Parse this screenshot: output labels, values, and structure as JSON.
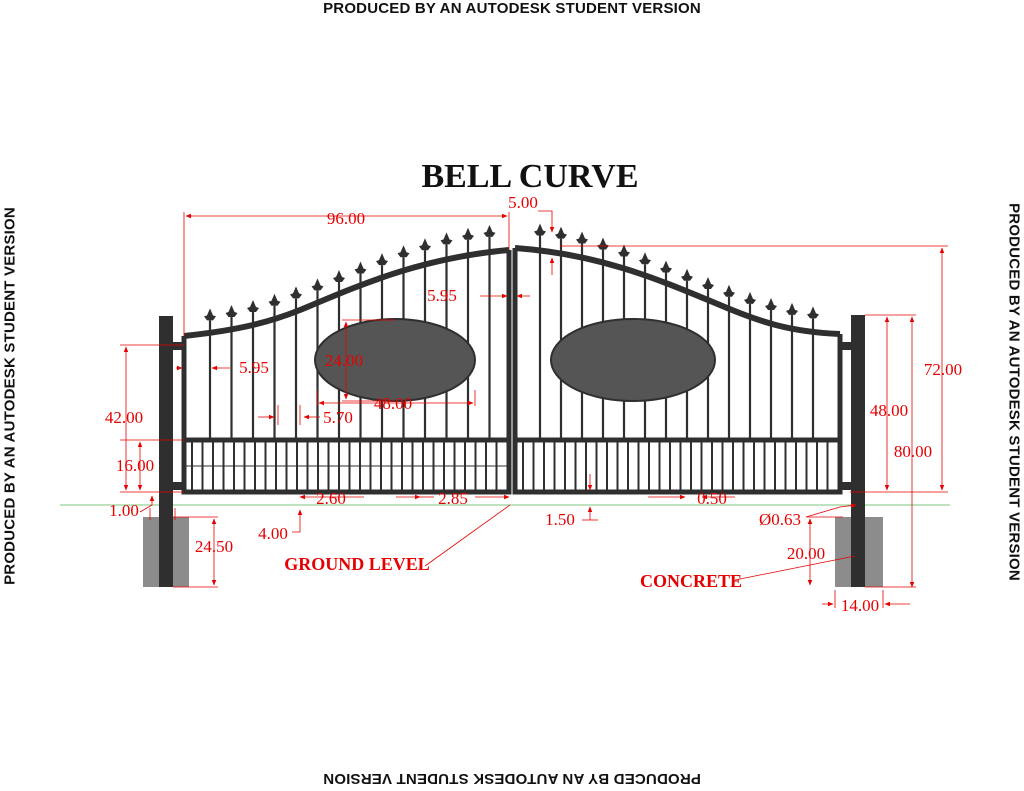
{
  "watermark": {
    "top": "PRODUCED BY AN AUTODESK STUDENT VERSION",
    "bottom": "PRODUCED BY AN AUTODESK STUDENT VERSION",
    "left": "PRODUCED BY AN AUTODESK STUDENT VERSION",
    "right": "PRODUCED BY AN AUTODESK STUDENT VERSION"
  },
  "title": "BELL CURVE",
  "labels": {
    "ground_level": "GROUND LEVEL",
    "concrete": "CONCRETE"
  },
  "dimensions": {
    "gate_width": "96.00",
    "gate_gap": "5.00",
    "arch_offset": "5.95",
    "post_offset": "5.95",
    "ellipse_height": "24.00",
    "ellipse_width": "48.00",
    "picket_spacing": "5.70",
    "overall_left_height": "42.00",
    "bottom_panel_height": "16.00",
    "post_to_gate": "1.00",
    "lower_picket_spacing": "2.60",
    "center_gap": "2.85",
    "bottom_clearance": "1.50",
    "bar_width": "0.50",
    "post_width": "4.00",
    "footing_depth": "24.50",
    "total_height": "72.00",
    "side_height": "48.00",
    "post_height": "80.00",
    "bolt_diameter": "Ø0.63",
    "concrete_depth": "20.00",
    "concrete_width": "14.00"
  },
  "colors": {
    "dimension": "#e60000",
    "gate_metal": "#2f2f2f",
    "concrete": "#8c8c8c",
    "ground_line": "#7cc47c",
    "ellipse_fill": "#555555"
  }
}
